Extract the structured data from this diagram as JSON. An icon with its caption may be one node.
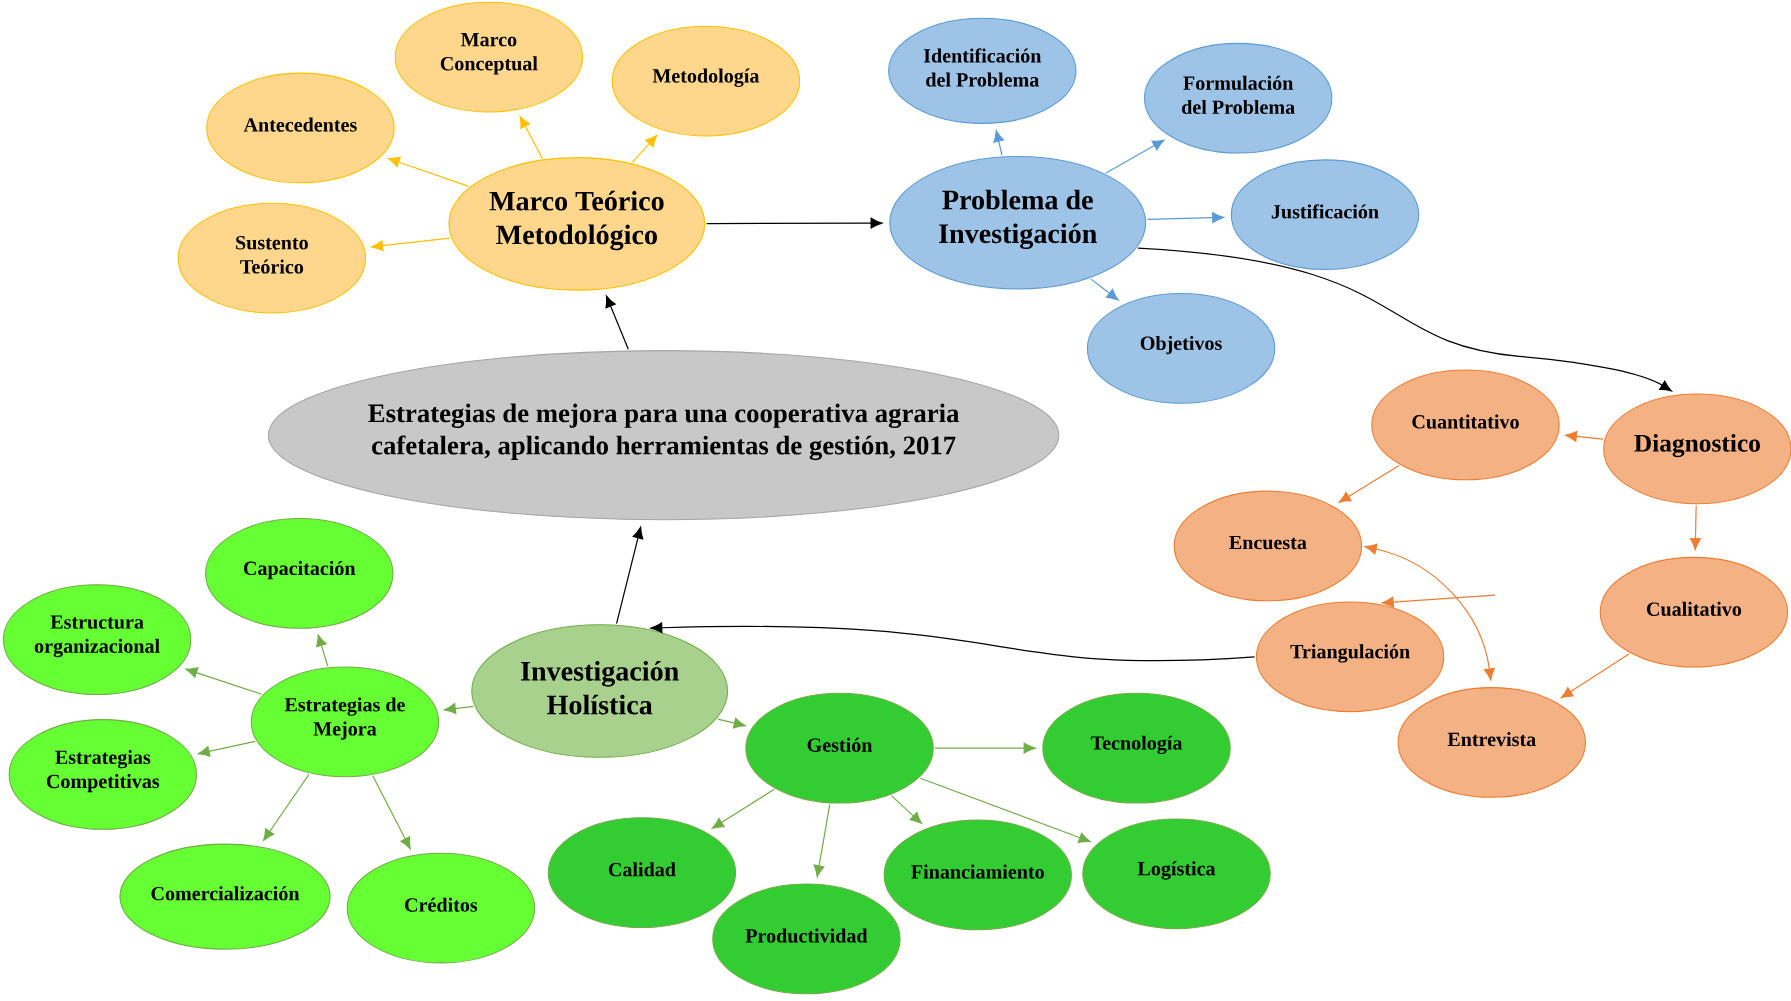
{
  "diagram": {
    "nodes": [
      {
        "text": [
          "Marco Teórico Metodológico"
        ]
      },
      {
        "text": [
          "Antecedentes"
        ]
      },
      {
        "text": [
          "Marco Conceptual"
        ]
      },
      {
        "text": [
          "Metodología"
        ]
      },
      {
        "text": [
          "Sustento Teórico"
        ]
      },
      {
        "text": [
          "Problema de Investigación"
        ]
      },
      {
        "text": [
          "Identificación del Problema"
        ]
      },
      {
        "text": [
          "Formulación del Problema"
        ]
      },
      {
        "text": [
          "Justificación"
        ]
      },
      {
        "text": [
          "Objetivos"
        ]
      },
      {
        "text": [
          "Estrategias de mejora para una cooperativa agraria cafetalera, aplicando herramientas de gestión, 2017"
        ]
      },
      {
        "text": [
          "Diagnostico"
        ]
      },
      {
        "text": [
          "Cuantitativo"
        ]
      },
      {
        "text": [
          "Encuesta"
        ]
      },
      {
        "text": [
          "Cualitativo"
        ]
      },
      {
        "text": [
          "Triangulación"
        ]
      },
      {
        "text": [
          "Entrevista"
        ]
      },
      {
        "text": [
          "Investigación Holística"
        ]
      },
      {
        "text": [
          "Estrategias de Mejora"
        ]
      },
      {
        "text": [
          "Capacitación"
        ]
      },
      {
        "text": [
          "Estructura organizacional"
        ]
      },
      {
        "text": [
          "Estrategias Competitivas"
        ]
      },
      {
        "text": [
          "Comercialización"
        ]
      },
      {
        "text": [
          "Créditos"
        ]
      },
      {
        "text": [
          "Gestión"
        ]
      },
      {
        "text": [
          "Tecnología"
        ]
      },
      {
        "text": [
          "Calidad"
        ]
      },
      {
        "text": [
          "Productividad"
        ]
      },
      {
        "text": [
          "Financiamiento"
        ]
      },
      {
        "text": [
          "Logística"
        ]
      }
    ],
    "edges": [
      {
        "from": 10,
        "to": 0,
        "arrow": "to",
        "color": "#000000"
      },
      {
        "from": 0,
        "to": 5,
        "arrow": "to",
        "color": "#000000"
      },
      {
        "from": 17,
        "to": 10,
        "arrow": "to",
        "color": "#000000"
      },
      {
        "from": 0,
        "to": 1,
        "arrow": "to",
        "color": "#ffc000"
      },
      {
        "from": 0,
        "to": 2,
        "arrow": "to",
        "color": "#ffc000"
      },
      {
        "from": 0,
        "to": 3,
        "arrow": "to",
        "color": "#ffc000"
      },
      {
        "from": 0,
        "to": 4,
        "arrow": "to",
        "color": "#ffc000"
      },
      {
        "from": 5,
        "to": 6,
        "arrow": "to",
        "color": "#5b9bd5"
      },
      {
        "from": 5,
        "to": 7,
        "arrow": "to",
        "color": "#5b9bd5"
      },
      {
        "from": 5,
        "to": 8,
        "arrow": "to",
        "color": "#5b9bd5"
      },
      {
        "from": 5,
        "to": 9,
        "arrow": "to",
        "color": "#5b9bd5"
      },
      {
        "from": 5,
        "to": 11,
        "arrow": "to",
        "color": "#000000"
      },
      {
        "from": 11,
        "to": 12,
        "arrow": "to",
        "color": "#ed7d31"
      },
      {
        "from": 11,
        "to": 14,
        "arrow": "to",
        "color": "#ed7d31"
      },
      {
        "from": 12,
        "to": 13,
        "arrow": "to",
        "color": "#ed7d31"
      },
      {
        "from": 14,
        "to": 16,
        "arrow": "to",
        "color": "#ed7d31"
      },
      {
        "from": null,
        "to": 15,
        "arrow": "to",
        "color": "#ed7d31"
      },
      {
        "from": 13,
        "to": 16,
        "arrow": "both",
        "color": "#ed7d31"
      },
      {
        "from": 15,
        "to": 17,
        "arrow": "to",
        "color": "#000000"
      },
      {
        "from": 17,
        "to": 18,
        "arrow": "to",
        "color": "#70ad47"
      },
      {
        "from": 17,
        "to": 24,
        "arrow": "to",
        "color": "#70ad47"
      },
      {
        "from": 18,
        "to": 19,
        "arrow": "to",
        "color": "#70ad47"
      },
      {
        "from": 18,
        "to": 20,
        "arrow": "to",
        "color": "#70ad47"
      },
      {
        "from": 18,
        "to": 21,
        "arrow": "to",
        "color": "#70ad47"
      },
      {
        "from": 18,
        "to": 22,
        "arrow": "to",
        "color": "#70ad47"
      },
      {
        "from": 18,
        "to": 23,
        "arrow": "to",
        "color": "#70ad47"
      },
      {
        "from": 24,
        "to": 25,
        "arrow": "to",
        "color": "#70ad47"
      },
      {
        "from": 24,
        "to": 26,
        "arrow": "to",
        "color": "#70ad47"
      },
      {
        "from": 24,
        "to": 27,
        "arrow": "to",
        "color": "#70ad47"
      },
      {
        "from": 24,
        "to": 28,
        "arrow": "to",
        "color": "#70ad47"
      },
      {
        "from": 24,
        "to": 29,
        "arrow": "to",
        "color": "#70ad47"
      }
    ]
  }
}
